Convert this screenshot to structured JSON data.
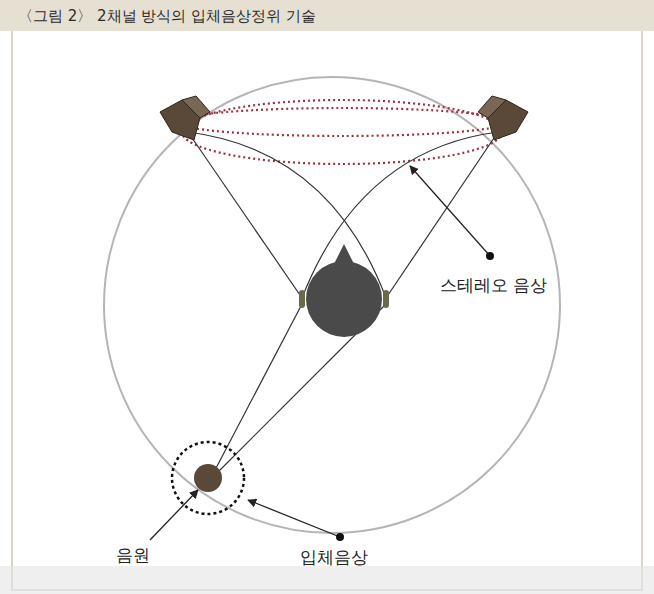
{
  "diagram": {
    "title": "〈그림 2〉 2채널 방식의 입체음상정위 기술",
    "labels": [
      "스테레오 음상",
      "음원",
      "입체음상"
    ]
  }
}
